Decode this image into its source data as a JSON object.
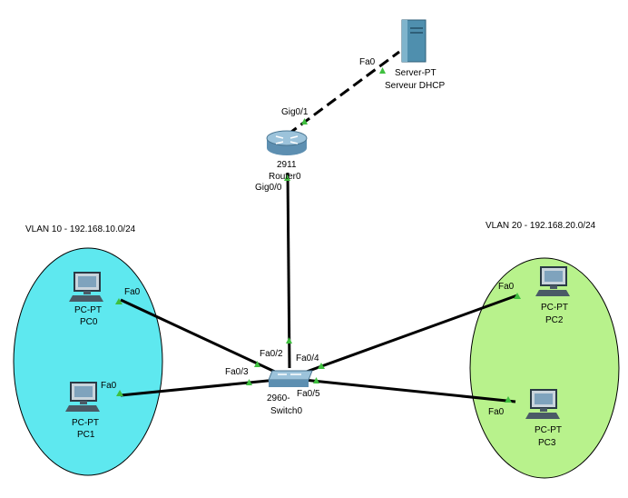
{
  "vlans": {
    "vlan10": {
      "label": "VLAN 10 - 192.168.10.0/24",
      "color": "#5ee8ef"
    },
    "vlan20": {
      "label": "VLAN 20 - 192.168.20.0/24",
      "color": "#b8f28c"
    }
  },
  "devices": {
    "server": {
      "type_label": "Server-PT",
      "name": "Serveur DHCP",
      "icon": "server-icon"
    },
    "router": {
      "type_label": "2911",
      "name": "Router0",
      "icon": "router-icon"
    },
    "switch": {
      "type_label": "2960-",
      "name": "Switch0",
      "icon": "switch-icon"
    },
    "pc0": {
      "type_label": "PC-PT",
      "name": "PC0",
      "icon": "pc-icon"
    },
    "pc1": {
      "type_label": "PC-PT",
      "name": "PC1",
      "icon": "pc-icon"
    },
    "pc2": {
      "type_label": "PC-PT",
      "name": "PC2",
      "icon": "pc-icon"
    },
    "pc3": {
      "type_label": "PC-PT",
      "name": "PC3",
      "icon": "pc-icon"
    }
  },
  "ports": {
    "server_fa0": "Fa0",
    "router_gig01": "Gig0/1",
    "router_gig00": "Gig0/0",
    "switch_fa02": "Fa0/2",
    "switch_fa03": "Fa0/3",
    "switch_fa04": "Fa0/4",
    "switch_fa05": "Fa0/5",
    "pc0_fa0": "Fa0",
    "pc1_fa0": "Fa0",
    "pc2_fa0": "Fa0",
    "pc3_fa0": "Fa0"
  },
  "colors": {
    "link": "#000000",
    "link_up_marker": "#3fbf3f",
    "device_blue": "#5b8fb0"
  }
}
